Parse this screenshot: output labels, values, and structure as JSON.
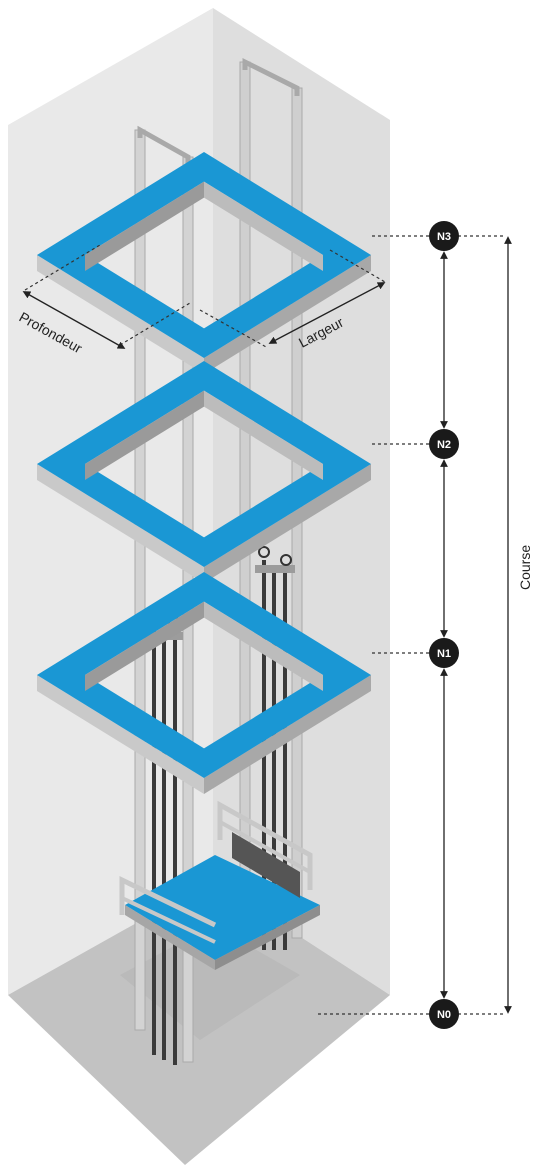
{
  "labels": {
    "depth": "Profondeur",
    "width": "Largeur",
    "travel": "Course"
  },
  "levels": [
    "N3",
    "N2",
    "N1",
    "N0"
  ],
  "colors": {
    "accent": "#1a97d4",
    "shaft_wall_light": "#ececec",
    "shaft_wall_dark": "#e2e2e2",
    "floor": "#c4c4c4",
    "badge": "#1a1a1a",
    "rail": "#cfcfcf",
    "cable": "#3a3a3a"
  }
}
